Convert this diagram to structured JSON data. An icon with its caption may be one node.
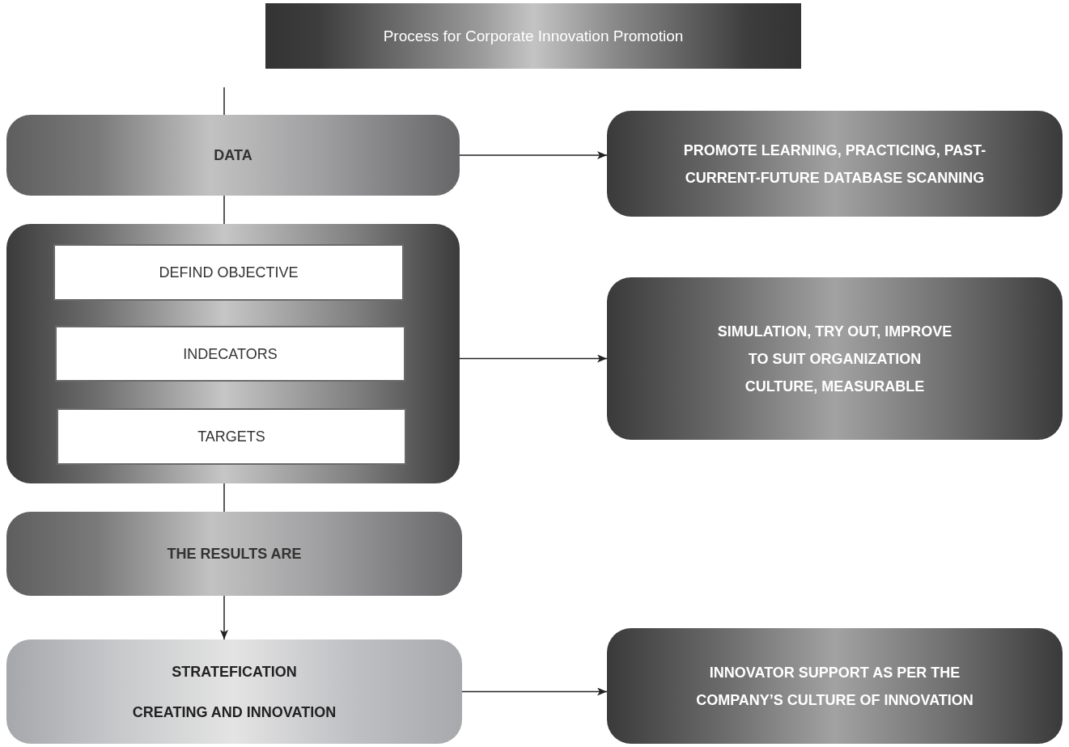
{
  "diagram": {
    "title": "Process for Corporate Innovation Promotion",
    "nodes": [
      {
        "text": [
          "DATA"
        ]
      },
      {
        "text": [
          "PROMOTE LEARNING, PRACTICING, PAST- CURRENT-FUTURE DATABASE SCANNING"
        ]
      },
      {
        "text": [],
        "shape": "box"
      },
      {
        "text": [
          "DEFIND OBJECTIVE"
        ],
        "in": 2
      },
      {
        "text": [
          "INDECATORS"
        ],
        "in": 2
      },
      {
        "text": [
          "TARGETS"
        ],
        "in": 2
      },
      {
        "text": [
          "SIMULATION, TRY OUT, IMPROVE TO SUIT ORGANIZATION CULTURE, MEASURABLE"
        ]
      },
      {
        "text": [
          "THE RESULTS ARE"
        ]
      },
      {
        "text": [
          "STRATEFICATION",
          "CREATING AND INNOVATION"
        ]
      },
      {
        "text": [
          "INNOVATOR SUPPORT AS PER THE COMPANY’S CULTURE OF INNOVATION"
        ]
      }
    ],
    "edges": [
      {
        "from": null,
        "to": 0,
        "arrow": "none"
      },
      {
        "from": 0,
        "to": 1,
        "arrow": "to"
      },
      {
        "from": 0,
        "to": 2,
        "arrow": "none"
      },
      {
        "from": 2,
        "to": 6,
        "arrow": "to"
      },
      {
        "from": 2,
        "to": 7,
        "arrow": "none"
      },
      {
        "from": 7,
        "to": 8,
        "arrow": "to"
      },
      {
        "from": 8,
        "to": 9,
        "arrow": "to"
      }
    ]
  }
}
